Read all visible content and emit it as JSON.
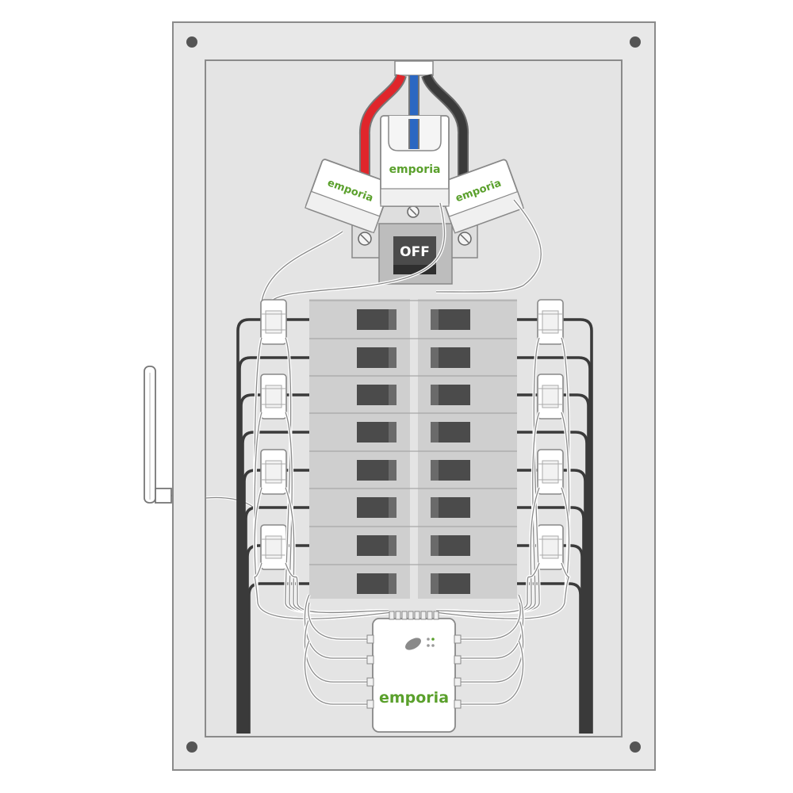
{
  "diagram": {
    "main_switch": {
      "label": "OFF"
    },
    "main_clamps": [
      {
        "brand": "emporia"
      },
      {
        "brand": "emporia"
      },
      {
        "brand": "emporia"
      }
    ],
    "monitor": {
      "brand": "emporia"
    },
    "colors": {
      "brand_green": "#5aa02c",
      "wire_red": "#e0262b",
      "wire_blue": "#2b67c2",
      "wire_black": "#3a3a3a",
      "panel_gray": "#e7e7e7",
      "breaker_gray": "#c2c2c2",
      "toggle_dark": "#4b4b4b"
    },
    "icons": [
      "antenna-icon",
      "wifi-status-icon",
      "screw-icon"
    ]
  }
}
